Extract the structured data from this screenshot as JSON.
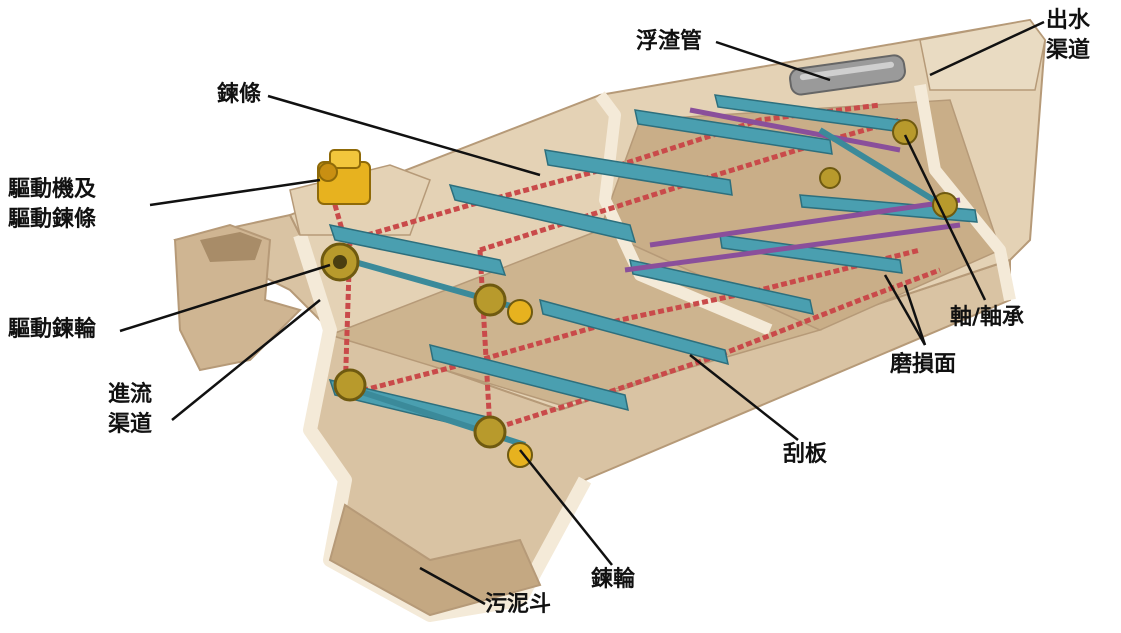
{
  "diagram": {
    "colors": {
      "concrete_light": "#f4ead8",
      "concrete_mid": "#d9c3a3",
      "concrete_dark": "#b69a78",
      "floor": "#cdb48f",
      "flight_bar": "#4a9fb0",
      "chain": "#c94a4a",
      "sprocket": "#b89a2c",
      "drive_unit": "#e7b21f",
      "rail_purple": "#8a4f9b",
      "pipe": "#9a9a9a",
      "leader_line": "#111111"
    },
    "labels": {
      "scum_pipe": "浮渣管",
      "effluent_line1": "出水",
      "effluent_line2": "渠道",
      "chain": "鍊條",
      "drive_line1": "驅動機及",
      "drive_line2": "驅動鍊條",
      "drive_sprocket": "驅動鍊輪",
      "inlet_line1": "進流",
      "inlet_line2": "渠道",
      "shaft_bearing": "軸/軸承",
      "wear_surface": "磨損面",
      "flight": "刮板",
      "sprocket": "鍊輪",
      "sludge_hopper": "污泥斗"
    }
  }
}
